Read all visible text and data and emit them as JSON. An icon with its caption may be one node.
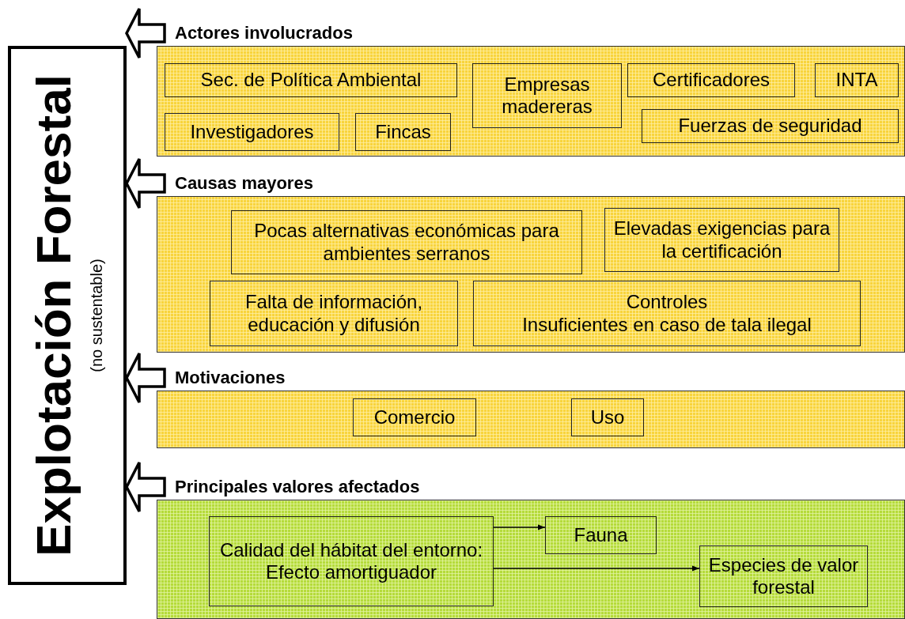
{
  "diagram": {
    "nodes": [
      {
        "text": [
          "Explotación Forestal",
          "(no sustentable)"
        ]
      },
      {
        "text": [
          "Actores involucrados"
        ]
      },
      {
        "text": [
          "Sec. de Política Ambiental"
        ],
        "in": 1
      },
      {
        "text": [
          "Empresas madereras"
        ],
        "in": 1
      },
      {
        "text": [
          "Certificadores"
        ],
        "in": 1
      },
      {
        "text": [
          "INTA"
        ],
        "in": 1
      },
      {
        "text": [
          "Investigadores"
        ],
        "in": 1
      },
      {
        "text": [
          "Fincas"
        ],
        "in": 1
      },
      {
        "text": [
          "Fuerzas de seguridad"
        ],
        "in": 1
      },
      {
        "text": [
          "Causas mayores"
        ]
      },
      {
        "text": [
          "Pocas alternativas económicas para ambientes serranos"
        ],
        "in": 9
      },
      {
        "text": [
          "Elevadas exigencias para la certificación"
        ],
        "in": 9
      },
      {
        "text": [
          "Falta de información, educación y difusión"
        ],
        "in": 9
      },
      {
        "text": [
          "Controles",
          "Insuficientes en caso de tala ilegal"
        ],
        "in": 9
      },
      {
        "text": [
          "Motivaciones"
        ]
      },
      {
        "text": [
          "Comercio"
        ],
        "in": 14
      },
      {
        "text": [
          "Uso"
        ],
        "in": 14
      },
      {
        "text": [
          "Principales valores afectados"
        ]
      },
      {
        "text": [
          "Calidad del hábitat del entorno:",
          "Efecto amortiguador"
        ],
        "in": 17
      },
      {
        "text": [
          "Fauna"
        ],
        "in": 17
      },
      {
        "text": [
          "Especies de valor forestal"
        ],
        "in": 17
      }
    ],
    "edges": [
      {
        "from": 1,
        "to": 0,
        "arrow": "to",
        "style": "thick"
      },
      {
        "from": 9,
        "to": 0,
        "arrow": "to",
        "style": "thick"
      },
      {
        "from": 14,
        "to": 0,
        "arrow": "to",
        "style": "thick"
      },
      {
        "from": 17,
        "to": 0,
        "arrow": "to",
        "style": "thick"
      },
      {
        "from": 18,
        "to": 19,
        "arrow": "to"
      },
      {
        "from": 18,
        "to": 20,
        "arrow": "to"
      }
    ]
  }
}
